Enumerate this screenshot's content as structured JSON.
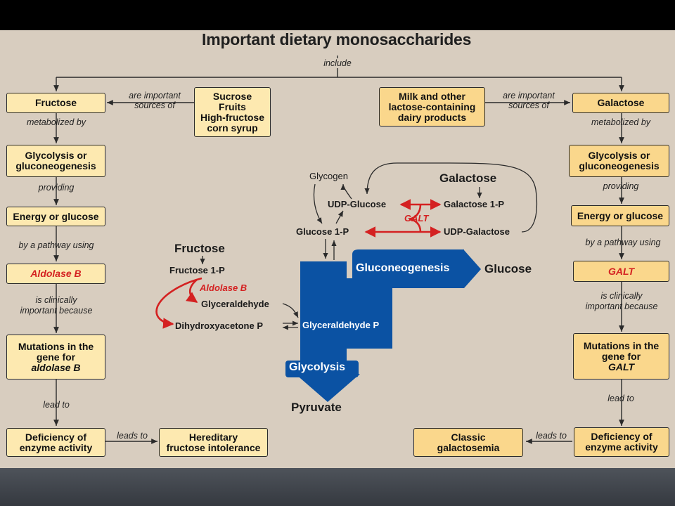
{
  "title": "Important dietary monosaccharides",
  "include_label": "include",
  "left": {
    "fructose": "Fructose",
    "are_important": "are important",
    "sources_of": "sources  of",
    "sources": [
      "Sucrose",
      "Fruits",
      "High-fructose",
      "corn syrup"
    ],
    "metabolized_by": "metabolized by",
    "glycolysis": [
      "Glycolysis or",
      "gluconeogenesis"
    ],
    "providing": "providing",
    "energy": "Energy or glucose",
    "by_a_pathway": "by a pathway using",
    "enzyme": "Aldolase B",
    "clinically": [
      "is clinically",
      "important because"
    ],
    "mutations": [
      "Mutations in the",
      "gene for",
      "aldolase B"
    ],
    "lead_to": "lead to",
    "deficiency": [
      "Deficiency of",
      "enzyme activity"
    ],
    "leads_to": "leads to",
    "outcome": [
      "Hereditary",
      "fructose intolerance"
    ]
  },
  "right": {
    "sources": [
      "Milk and other",
      "lactose-containing",
      "dairy products"
    ],
    "are_important": "are important",
    "sources_of": "sources  of",
    "galactose": "Galactose",
    "metabolized_by": "metabolized by",
    "glycolysis": [
      "Glycolysis or",
      "gluconeogenesis"
    ],
    "providing": "providing",
    "energy": "Energy or glucose",
    "by_a_pathway": "by a pathway using",
    "enzyme": "GALT",
    "clinically": [
      "is clinically",
      "important because"
    ],
    "mutations": [
      "Mutations in the",
      "gene for",
      "GALT"
    ],
    "lead_to": "lead to",
    "deficiency": [
      "Deficiency of",
      "enzyme activity"
    ],
    "leads_to": "leads to",
    "outcome": [
      "Classic",
      "galactosemia"
    ]
  },
  "center": {
    "glycogen": "Glycogen",
    "galactose": "Galactose",
    "udp_glucose": "UDP-Glucose",
    "galactose_1p": "Galactose 1-P",
    "galt": "GALT",
    "glucose_1p": "Glucose 1-P",
    "udp_galactose": "UDP-Galactose",
    "fructose": "Fructose",
    "fructose_1p": "Fructose 1-P",
    "aldolase_b": "Aldolase B",
    "glyceraldehyde": "Glyceraldehyde",
    "dhap": "Dihydroxyacetone P",
    "glyceraldehyde_p": "Glyceraldehyde P",
    "gluconeogenesis": "Gluconeogenesis",
    "glucose": "Glucose",
    "glycolysis": "Glycolysis",
    "pyruvate": "Pyruvate"
  },
  "colors": {
    "panel": "#d8cdbf",
    "box_fill": "#fde9b0",
    "box_fill_dark": "#fad78c",
    "pathway_blue": "#0b52a3",
    "enzyme_red": "#d42121"
  }
}
